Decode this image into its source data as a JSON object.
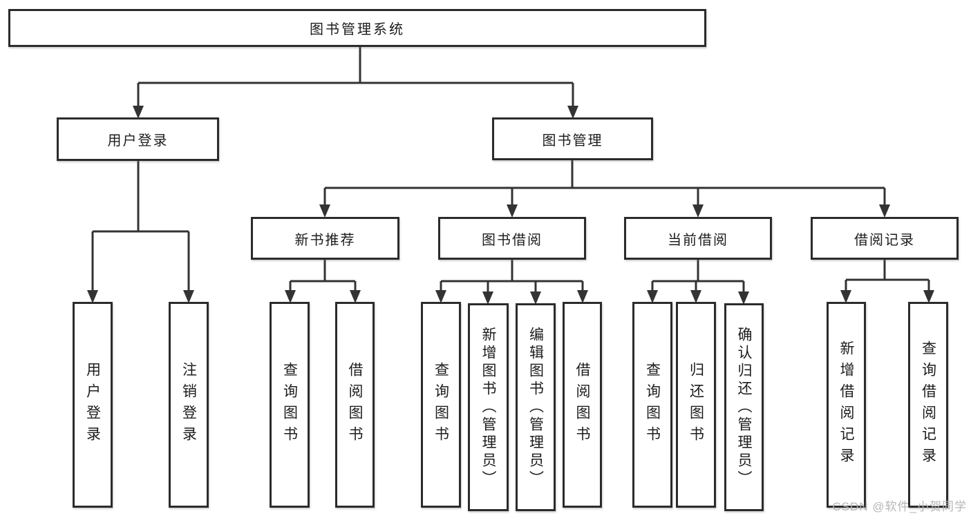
{
  "diagram": {
    "root": {
      "label": "图书管理系统"
    },
    "level2": [
      {
        "label": "用户登录",
        "leaves": [
          {
            "label": "用户登录"
          },
          {
            "label": "注销登录"
          }
        ]
      },
      {
        "label": "图书管理",
        "groups": [
          {
            "label": "新书推荐",
            "leaves": [
              {
                "label": "查询图书"
              },
              {
                "label": "借阅图书"
              }
            ]
          },
          {
            "label": "图书借阅",
            "leaves": [
              {
                "label": "查询图书"
              },
              {
                "label": "新增图书（管理员）"
              },
              {
                "label": "编辑图书（管理员）"
              },
              {
                "label": "借阅图书"
              }
            ]
          },
          {
            "label": "当前借阅",
            "leaves": [
              {
                "label": "查询图书"
              },
              {
                "label": "归还图书"
              },
              {
                "label": "确认归还（管理员）"
              }
            ]
          },
          {
            "label": "借阅记录",
            "leaves": [
              {
                "label": "新增借阅记录"
              },
              {
                "label": "查询借阅记录"
              }
            ]
          }
        ]
      }
    ]
  },
  "watermark": {
    "text": "CSDN @软件_小贺同学"
  },
  "colors": {
    "line": "#333333",
    "box_border": "#2b2b2b",
    "text": "#1c1c1c",
    "watermark": "#b2b2b2",
    "background": "#ffffff"
  }
}
